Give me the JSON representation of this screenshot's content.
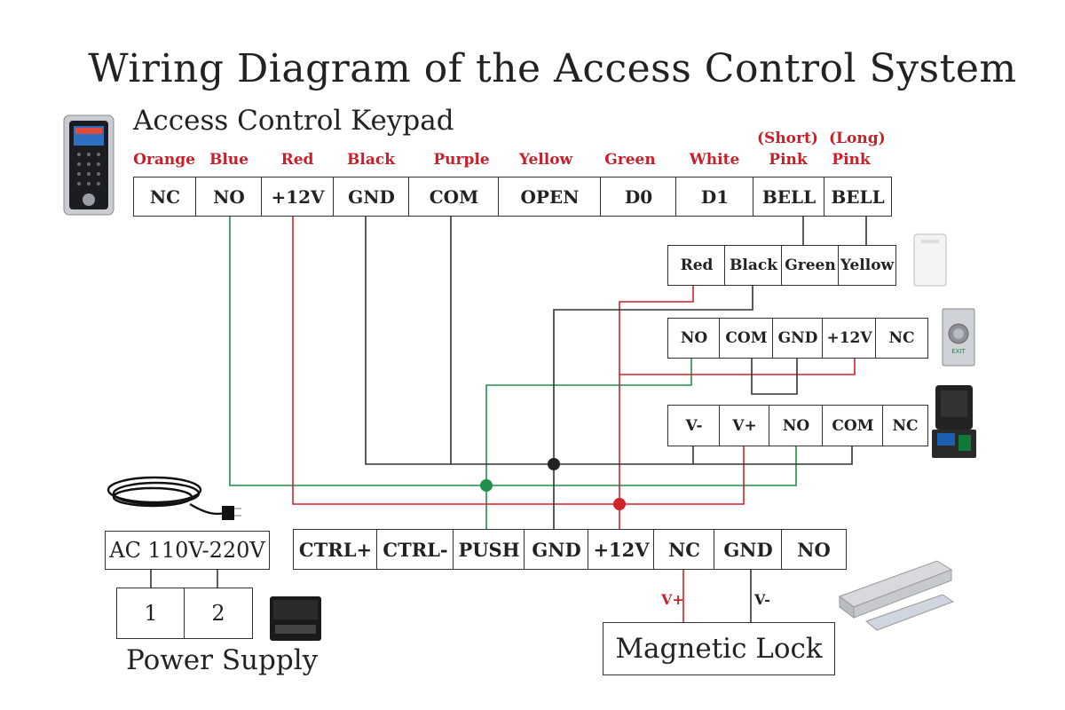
{
  "title": "Wiring Diagram of the Access Control System",
  "keypad": {
    "label": "Access Control Keypad",
    "bell_notes": [
      "(Short)",
      "(Long)"
    ],
    "wire_colors": [
      "Orange",
      "Blue",
      "Red",
      "Black",
      "Purple",
      "Yellow",
      "Green",
      "White",
      "Pink",
      "Pink"
    ],
    "terminals": [
      "NC",
      "NO",
      "+12V",
      "GND",
      "COM",
      "OPEN",
      "D0",
      "D1",
      "BELL",
      "BELL"
    ]
  },
  "doorbell": {
    "terminals": [
      "Red",
      "Black",
      "Green",
      "Yellow"
    ]
  },
  "exit_button": {
    "terminals": [
      "NO",
      "COM",
      "GND",
      "+12V",
      "NC"
    ],
    "button_text": "EXIT"
  },
  "remote_receiver": {
    "terminals": [
      "V-",
      "V+",
      "NO",
      "COM",
      "NC"
    ]
  },
  "controller": {
    "terminals": [
      "CTRL+",
      "CTRL-",
      "PUSH",
      "GND",
      "+12V",
      "NC",
      "GND",
      "NO"
    ]
  },
  "power": {
    "ac_label": "AC 110V-220V",
    "terminals": [
      "1",
      "2"
    ],
    "label": "Power Supply"
  },
  "lock": {
    "label": "Magnetic Lock",
    "vplus": "V+",
    "vminus": "V-"
  },
  "colors": {
    "red_wire": "#d0232a",
    "green_wire": "#1f8f4a",
    "black_wire": "#333333",
    "label_red": "#c8202a"
  }
}
